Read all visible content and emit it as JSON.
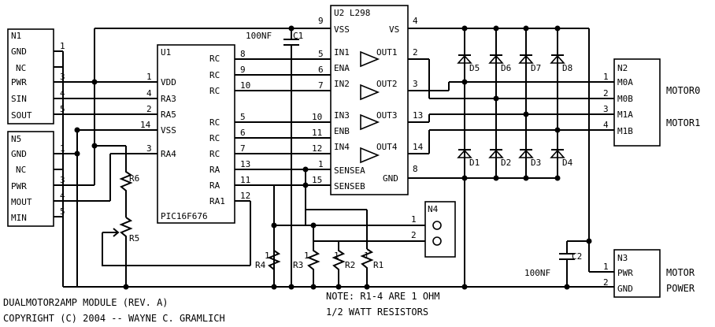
{
  "n1": {
    "label": "N1",
    "pins": [
      "GND",
      "NC",
      "PWR",
      "SIN",
      "SOUT"
    ]
  },
  "n5": {
    "label": "N5",
    "pins": [
      "GND",
      "NC",
      "PWR",
      "MOUT",
      "MIN"
    ]
  },
  "u1": {
    "label": "U1",
    "part": "PIC16F676",
    "left": [
      "VDD",
      "RA3",
      "RA5",
      "VSS",
      "RA4"
    ],
    "right": [
      "RC",
      "RC",
      "RC",
      "RC",
      "RC",
      "RC",
      "RA",
      "RA",
      "RA1"
    ]
  },
  "u2": {
    "label": "U2 L298",
    "left": [
      "VSS",
      "IN1",
      "ENA",
      "IN2",
      "IN3",
      "ENB",
      "IN4",
      "SENSEA",
      "SENSEB"
    ],
    "right": [
      "VS",
      "OUT1",
      "OUT2",
      "OUT3",
      "OUT4",
      "GND"
    ]
  },
  "n2": {
    "label": "N2",
    "pins": [
      "M0A",
      "M0B",
      "M1A",
      "M1B"
    ]
  },
  "n3": {
    "label": "N3",
    "pins": [
      "PWR",
      "GND"
    ]
  },
  "n4": {
    "label": "N4"
  },
  "labels": {
    "motor0": "MOTOR0",
    "motor1": "MOTOR1",
    "motor_power_1": "MOTOR",
    "motor_power_2": "POWER"
  },
  "pin_numbers": {
    "n1": [
      "1",
      "3",
      "4",
      "5"
    ],
    "n5": [
      "1",
      "3",
      "4",
      "5"
    ],
    "u1_left": [
      "1",
      "4",
      "2",
      "14",
      "3"
    ],
    "u1_right": [
      "8",
      "9",
      "10",
      "5",
      "6",
      "7",
      "13",
      "11",
      "12"
    ],
    "u2_left": [
      "9",
      "5",
      "6",
      "7",
      "10",
      "11",
      "12",
      "1",
      "15"
    ],
    "u2_right": [
      "4",
      "2",
      "3",
      "13",
      "14",
      "8"
    ],
    "n2": [
      "1",
      "2",
      "3",
      "4"
    ],
    "n3": [
      "1",
      "2"
    ],
    "n4": [
      "1",
      "2"
    ]
  },
  "parts": {
    "c1": "C1",
    "c1_value": "100NF",
    "c2": "C2",
    "c2_value": "100NF",
    "d1": "D1",
    "d2": "D2",
    "d3": "D3",
    "d4": "D4",
    "d5": "D5",
    "d6": "D6",
    "d7": "D7",
    "d8": "D8",
    "r1": "R1",
    "r2": "R2",
    "r3": "R3",
    "r4": "R4",
    "r5": "R5",
    "r6": "R6",
    "r_value": "1"
  },
  "footer": {
    "title": "DUALMOTOR2AMP MODULE (REV. A)",
    "copyright": "COPYRIGHT (C) 2004 -- WAYNE C. GRAMLICH",
    "note1": "NOTE: R1-4 ARE 1 OHM",
    "note2": "1/2 WATT RESISTORS"
  }
}
